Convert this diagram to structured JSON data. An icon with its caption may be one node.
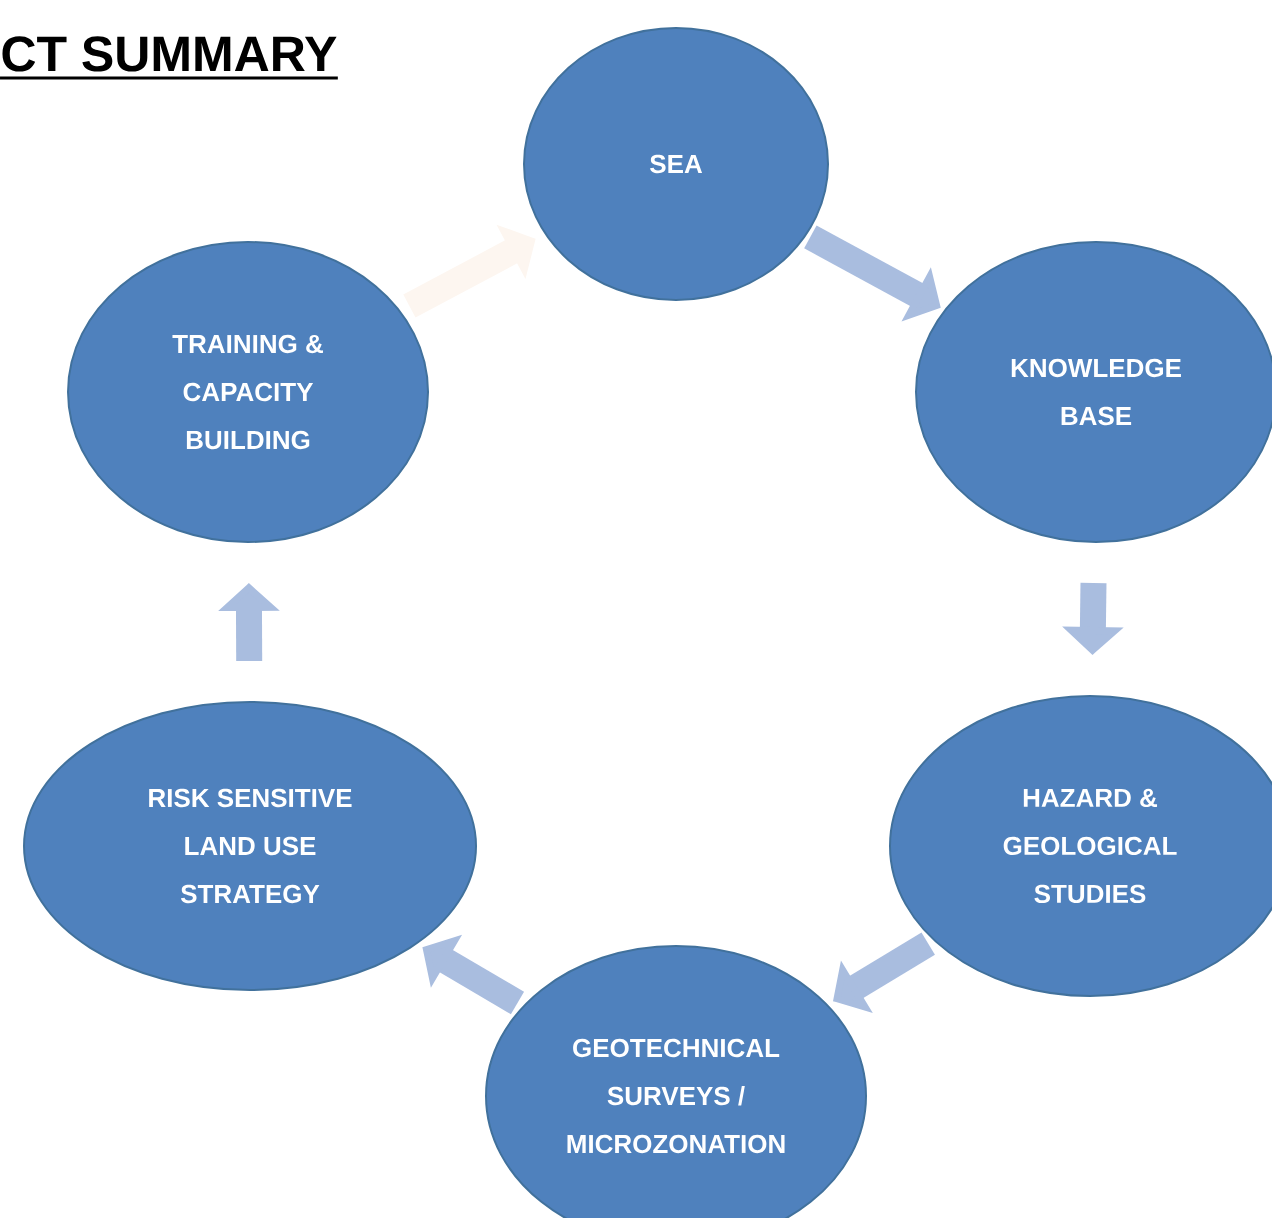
{
  "diagram": {
    "title": "CT SUMMARY",
    "nodes": [
      {
        "text": [
          "SEA"
        ]
      },
      {
        "text": [
          "KNOWLEDGE BASE"
        ]
      },
      {
        "text": [
          "HAZARD & GEOLOGICAL STUDIES"
        ]
      },
      {
        "text": [
          "GEOTECHNICAL SURVEYS / MICROZONATION"
        ]
      },
      {
        "text": [
          "RISK SENSITIVE LAND USE STRATEGY"
        ]
      },
      {
        "text": [
          "TRAINING & CAPACITY BUILDING"
        ]
      }
    ],
    "edges": [
      {
        "from": 0,
        "to": 1,
        "arrow": "to"
      },
      {
        "from": 1,
        "to": 2,
        "arrow": "to"
      },
      {
        "from": 2,
        "to": 3,
        "arrow": "to"
      },
      {
        "from": 3,
        "to": 4,
        "arrow": "to"
      },
      {
        "from": 4,
        "to": 5,
        "arrow": "to"
      },
      {
        "from": 5,
        "to": 0,
        "arrow": "to",
        "color": "#fdf6f0"
      }
    ]
  }
}
